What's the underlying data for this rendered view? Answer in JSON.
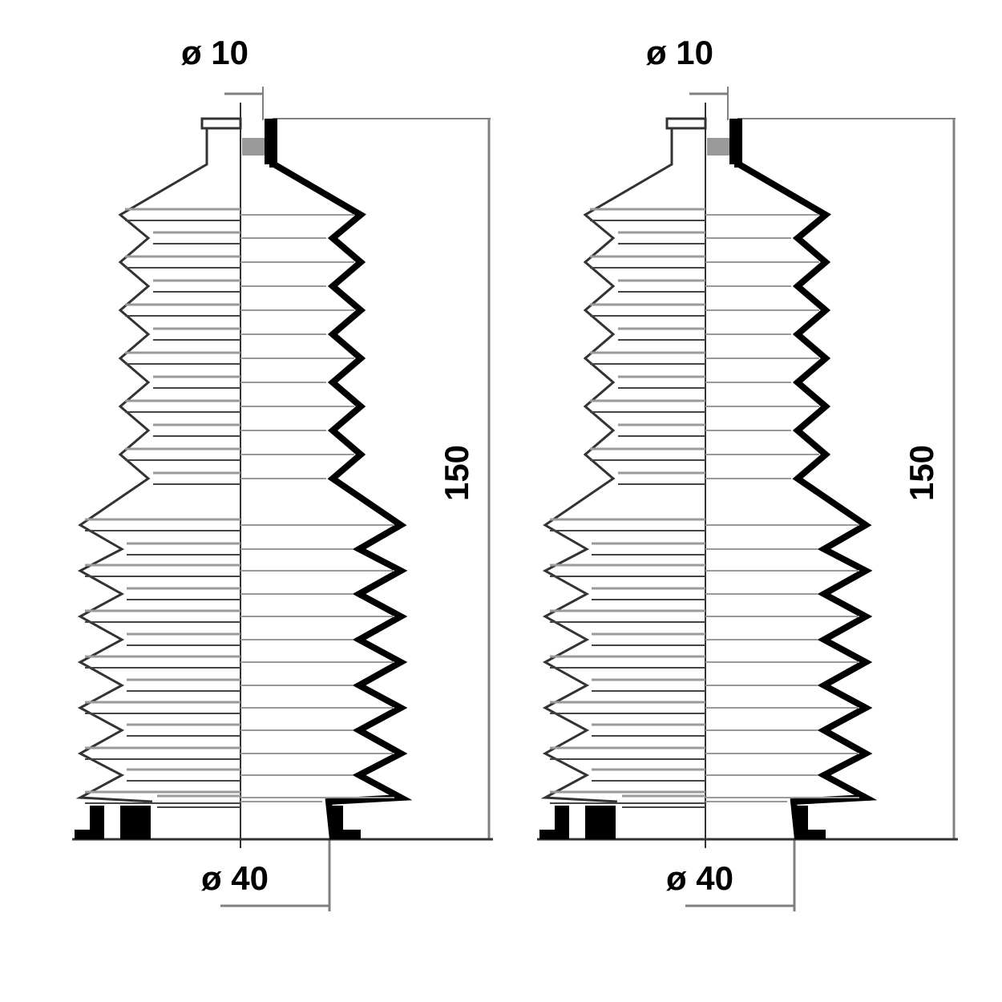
{
  "drawings": [
    {
      "top_diameter": "ø 10",
      "bottom_diameter": "ø 40",
      "length": "150"
    },
    {
      "top_diameter": "ø 10",
      "bottom_diameter": "ø 40",
      "length": "150"
    }
  ],
  "colors": {
    "outline": "#000000",
    "dimension": "#808080",
    "hatch": "#9a9a9a"
  }
}
